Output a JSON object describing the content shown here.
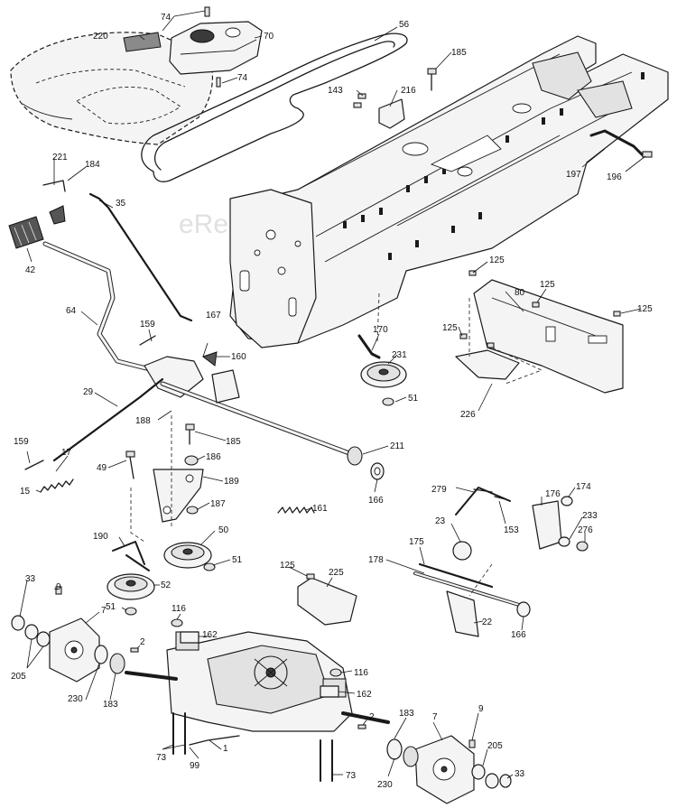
{
  "watermark": "eReplacementParts.com",
  "callouts": {
    "c74a": "74",
    "c220": "220",
    "c70": "70",
    "c56": "56",
    "c74b": "74",
    "c185a": "185",
    "c143": "143",
    "c216": "216",
    "c221": "221",
    "c184": "184",
    "c35": "35",
    "c197": "197",
    "c196": "196",
    "c42": "42",
    "c125a": "125",
    "c80": "80",
    "c125b": "125",
    "c125c": "125",
    "c125d": "125",
    "c64": "64",
    "c159a": "159",
    "c167": "167",
    "c160": "160",
    "c170": "170",
    "c231": "231",
    "c51a": "51",
    "c29": "29",
    "c188": "188",
    "c226": "226",
    "c185b": "185",
    "c211": "211",
    "c159b": "159",
    "c17": "17",
    "c49": "49",
    "c186": "186",
    "c189": "189",
    "c15": "15",
    "c166a": "166",
    "c187": "187",
    "c279": "279",
    "c176": "176",
    "c174": "174",
    "c161": "161",
    "c153": "153",
    "c23": "23",
    "c233": "233",
    "c276": "276",
    "c190": "190",
    "c50": "50",
    "c175": "175",
    "c51b": "51",
    "c178": "178",
    "c33a": "33",
    "c125e": "125",
    "c225": "225",
    "c9a": "9",
    "c52": "52",
    "c7a": "7",
    "c116a": "116",
    "c51c": "51",
    "c162a": "162",
    "c22": "22",
    "c166b": "166",
    "c2a": "2",
    "c205a": "205",
    "c230a": "230",
    "c183a": "183",
    "c116b": "116",
    "c162b": "162",
    "c2b": "2",
    "c183b": "183",
    "c9b": "9",
    "c7b": "7",
    "c73a": "73",
    "c1": "1",
    "c99": "99",
    "c205b": "205",
    "c230b": "230",
    "c73b": "73",
    "c33b": "33"
  }
}
